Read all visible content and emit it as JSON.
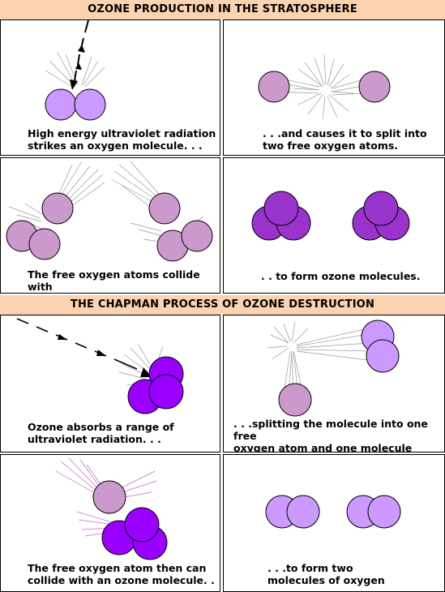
{
  "banners": {
    "production": "OZONE PRODUCTION IN THE STRATOSPHERE",
    "destruction": "THE CHAPMAN PROCESS OF OZONE DESTRUCTION"
  },
  "captions": {
    "p1": "High energy ultraviolet radiation\nstrikes an oxygen molecule. . .",
    "p2": ". . .and causes it to split into\ntwo free oxygen atoms.",
    "p3": "The free oxygen atoms collide with\nmolecules of oxygen. . .",
    "p4": ". . to form ozone molecules.",
    "p5": "Ozone absorbs a range of\nultraviolet radiation. . .",
    "p6": ". . .splitting the molecule into one free\noxygen atom and one molecule\nordinary oxygen.",
    "p7": "The free oxygen atom then can\ncollide with an ozone molecule. . .",
    "p8": ". . .to form two\nmolecules of oxygen"
  },
  "colors": {
    "banner": "#fbd3b0",
    "o2_molecule": "#cc99ff",
    "free_atom": "#cc99cc",
    "ozone_dark": "#9933cc",
    "ozone_bright": "#9900ff",
    "ray_pink": "#cc66cc"
  }
}
